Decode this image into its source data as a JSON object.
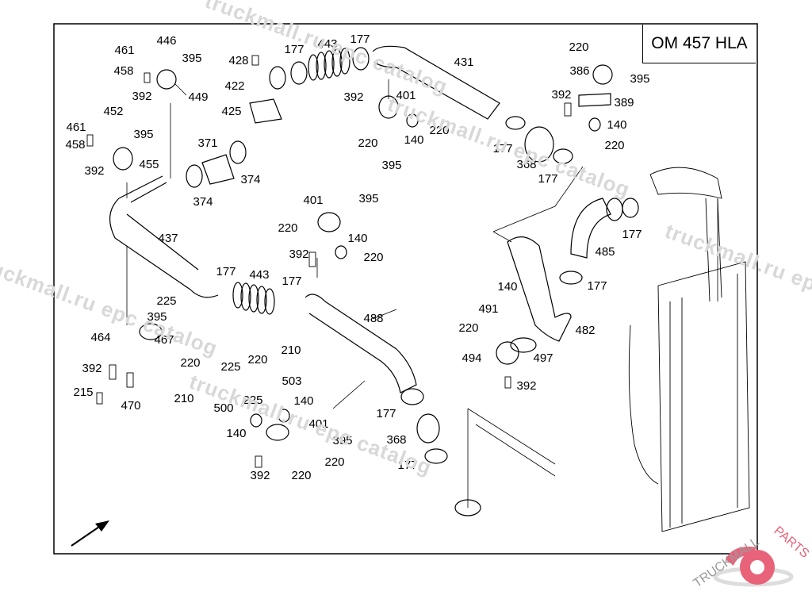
{
  "title": "OM 457 HLA",
  "watermarks": [
    "truckmall.ru epc catalog",
    "truckmall.ru epc catalog",
    "truckmall.ru epc catalog",
    "truckmall.ru epc catalog",
    "truckmall.ru epc catalog"
  ],
  "logo": {
    "text": "TRUCKMALLPARTS",
    "part1": "TRUCKMALL",
    "part2": "PARTS",
    "color_gray": "#9a9a9a",
    "color_red": "#e8637a"
  },
  "part_labels": [
    "461",
    "446",
    "395",
    "458",
    "392",
    "449",
    "452",
    "461",
    "395",
    "458",
    "392",
    "455",
    "371",
    "374",
    "374",
    "437",
    "428",
    "177",
    "443",
    "177",
    "431",
    "422",
    "425",
    "392",
    "401",
    "220",
    "140",
    "220",
    "395",
    "220",
    "386",
    "395",
    "392",
    "389",
    "140",
    "220",
    "177",
    "368",
    "177",
    "401",
    "395",
    "220",
    "140",
    "392",
    "220",
    "177",
    "485",
    "177",
    "443",
    "177",
    "225",
    "395",
    "488",
    "467",
    "464",
    "140",
    "177",
    "491",
    "220",
    "482",
    "494",
    "497",
    "392",
    "220",
    "225",
    "220",
    "210",
    "503",
    "392",
    "215",
    "470",
    "210",
    "225",
    "140",
    "500",
    "177",
    "401",
    "140",
    "368",
    "395",
    "177",
    "220",
    "392",
    "220"
  ],
  "direction_icon": "arrow-up-right-icon"
}
